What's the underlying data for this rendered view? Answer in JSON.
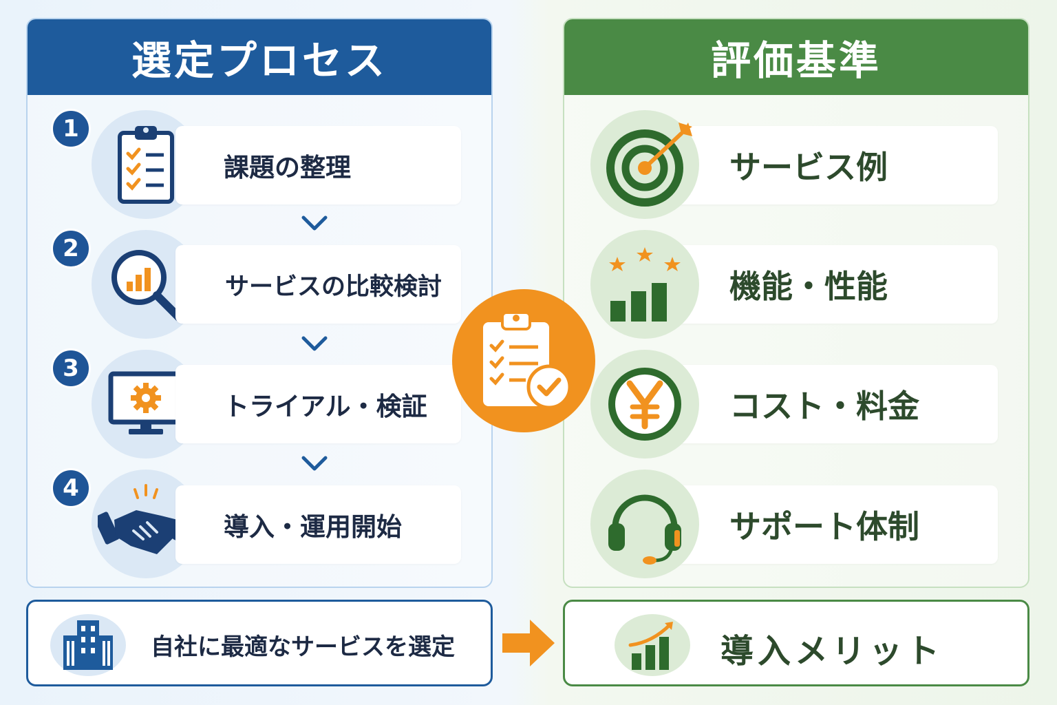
{
  "process": {
    "title": "選定プロセス",
    "steps": [
      {
        "num": "1",
        "label": "課題の整理",
        "icon": "clipboard-checklist-icon"
      },
      {
        "num": "2",
        "label": "サービスの比較検討",
        "icon": "magnifier-chart-icon"
      },
      {
        "num": "3",
        "label": "トライアル・検証",
        "icon": "monitor-gear-icon"
      },
      {
        "num": "4",
        "label": "導入・運用開始",
        "icon": "handshake-icon"
      }
    ],
    "result": {
      "label": "自社に最適なサービスを選定",
      "icon": "building-icon"
    }
  },
  "criteria": {
    "title": "評価基準",
    "items": [
      {
        "label": "サービス例",
        "icon": "target-icon"
      },
      {
        "label": "機能・性能",
        "icon": "stars-bar-chart-icon"
      },
      {
        "label": "コスト・料金",
        "icon": "yen-coin-icon"
      },
      {
        "label": "サポート体制",
        "icon": "headset-icon"
      }
    ],
    "result": {
      "label": "導入メリット",
      "icon": "growth-chart-icon"
    }
  },
  "colors": {
    "process_blue": "#1e5b9c",
    "criteria_green": "#4a8a45",
    "accent_orange": "#f1921f"
  }
}
